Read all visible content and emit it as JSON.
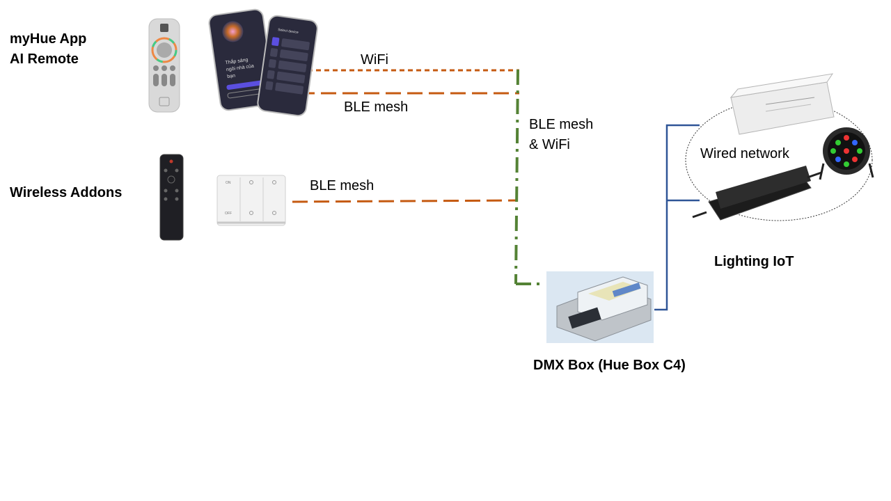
{
  "labels": {
    "myhue_app": "myHue App",
    "ai_remote": "AI Remote",
    "wireless_addons": "Wireless Addons",
    "wifi": "WiFi",
    "ble_mesh_app": "BLE mesh",
    "ble_mesh_addons": "BLE mesh",
    "ble_mesh_wifi_line1": "BLE mesh",
    "ble_mesh_wifi_line2": "& WiFi",
    "wired_network": "Wired network",
    "lighting_iot": "Lighting IoT",
    "dmx_box": "DMX Box (Hue Box C4)"
  },
  "phone_screen": {
    "text_line1": "Thắp sáng",
    "text_line2": "ngôi nhà của",
    "text_line3": "bạn",
    "select_device": "Select device"
  },
  "wall_switch": {
    "on": "ON",
    "off": "OFF"
  },
  "colors": {
    "wireless_line": "#c55a11",
    "backbone_line": "#548235",
    "wired_line": "#2f5597",
    "phone_dark": "#2a2a3c",
    "accent_purple": "#5b4fe0"
  }
}
